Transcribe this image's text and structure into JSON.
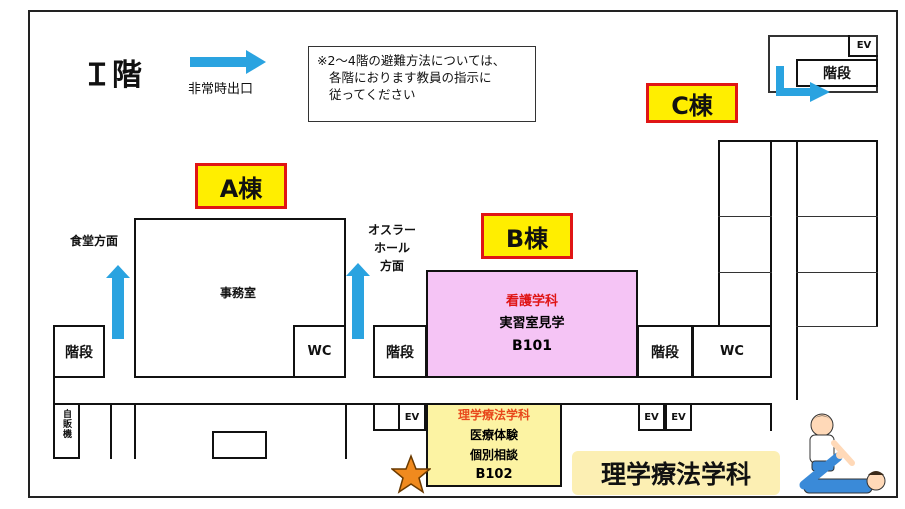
{
  "floor_title": "Ｉ階",
  "legend": {
    "exit_label": "非常時出口"
  },
  "note": {
    "line1": "※2～4階の避難方法については、",
    "line2": "各階におります教員の指示に",
    "line3": "従ってください"
  },
  "buildings": {
    "a": "A棟",
    "b": "B棟",
    "c": "C棟"
  },
  "directions": {
    "cafeteria": "食堂方面",
    "hall_line1": "オスラー",
    "hall_line2": "ホール",
    "hall_line3": "方面"
  },
  "rooms": {
    "office": "事務室",
    "stairs": "階段",
    "wc": "WC",
    "ev": "EV",
    "vending": "自販機",
    "nursing_dept": "看護学科",
    "nursing_activity": "実習室見学",
    "nursing_room": "B101",
    "pt_dept": "理学療法学科",
    "pt_activity1": "医療体験",
    "pt_activity2": "個別相談",
    "pt_room": "B102"
  },
  "banner": {
    "label": "理学療法学科"
  },
  "colors": {
    "exit_arrow": "#2aa3e0",
    "building_tag_bg": "#ffee00",
    "building_tag_border": "#e01515",
    "nursing_room_bg": "#f5c4f5",
    "pt_room_bg": "#fcf3a3",
    "star": "#f08a1e",
    "banner_bg": "#fcefb3"
  },
  "icons": [
    "exit-arrow-icon",
    "star-icon",
    "physical-therapist-illustration"
  ]
}
